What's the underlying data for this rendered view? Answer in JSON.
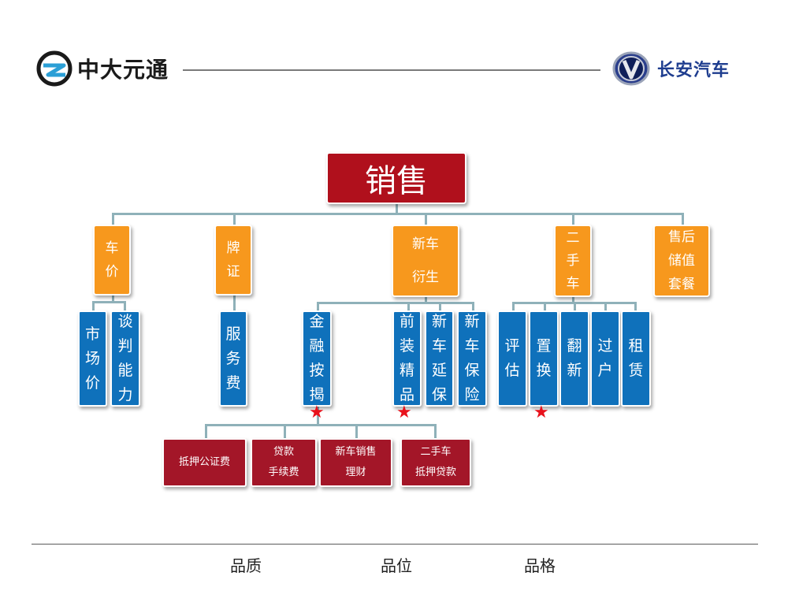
{
  "header": {
    "left_logo_text": "中大元通",
    "right_logo_text": "长安汽车"
  },
  "diagram": {
    "root": "销售",
    "categories": [
      {
        "label": "车价"
      },
      {
        "label": "牌证"
      },
      {
        "line1": "新车",
        "line2": "衍生"
      },
      {
        "label": "二手车"
      },
      {
        "line1": "售后",
        "line2": "储值",
        "line3": "套餐"
      }
    ],
    "car_price_items": [
      "市场价",
      "谈判能力"
    ],
    "plate_items": [
      "服务费"
    ],
    "new_car_items": [
      "金融按揭",
      "前装精品",
      "新车延保",
      "新车保险"
    ],
    "used_car_items": [
      "评估",
      "置换",
      "翻新",
      "过户",
      "租赁"
    ],
    "finance_items": [
      {
        "line1": "抵押公证费",
        "line2": ""
      },
      {
        "line1": "贷款",
        "line2": "手续费"
      },
      {
        "line1": "新车销售",
        "line2": "理财"
      },
      {
        "line1": "二手车",
        "line2": "抵押贷款"
      }
    ],
    "star_symbol": "★"
  },
  "footer": {
    "items": [
      "品质",
      "品位",
      "品格"
    ]
  },
  "colors": {
    "root": "#b0101c",
    "category": "#f7981d",
    "leaf": "#0f71bb",
    "finance": "#a31628",
    "connector": "#8fb1b9",
    "star": "#e8121c"
  }
}
